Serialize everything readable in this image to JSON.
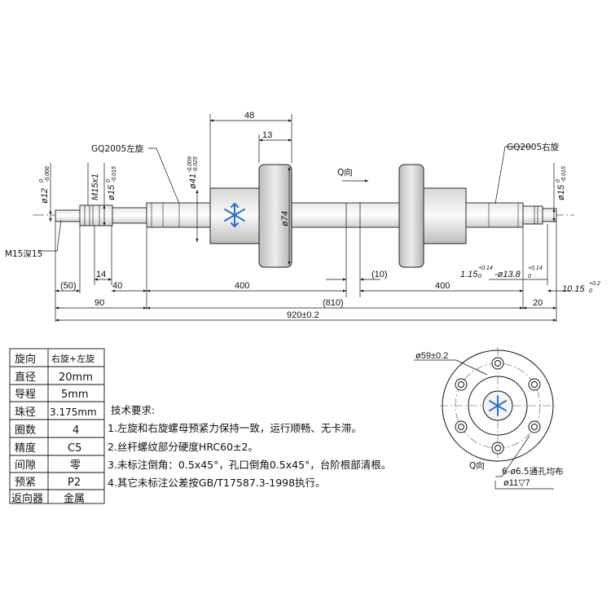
{
  "diagram": {
    "labels": {
      "left_thread": "GQ2005左旋",
      "right_thread": "GQ2005右旋",
      "d12": "ø12",
      "d12_tol_top": "0",
      "d12_tol_bot": "-0.006",
      "d15_left": "ø15",
      "d15_left_tol_top": "0",
      "d15_left_tol_bot": "-0.015",
      "m15x1": "M15x1",
      "d41": "ø41",
      "d41_tol_top": "-0.009",
      "d41_tol_bot": "-0.025",
      "d74": "ø74",
      "d15_right": "ø15",
      "d15_right_tol_top": "0",
      "d15_right_tol_bot": "-0.015",
      "m15_depth": "M15深15",
      "q_dir": "Q向",
      "dim_48": "48",
      "dim_13": "13",
      "dim_50": "(50)",
      "dim_14": "14",
      "dim_40": "40",
      "dim_400_left": "400",
      "dim_10": "(10)",
      "dim_400_right": "400",
      "dim_115": "1.15",
      "dim_115_tol_top": "+0.14",
      "dim_115_tol_bot": "0",
      "dim_138": "-ø13.8",
      "dim_138_tol_top": "+0.14",
      "dim_138_tol_bot": "0",
      "dim_1015": "10.15",
      "dim_1015_tol_top": "+0.2",
      "dim_1015_tol_bot": "0",
      "dim_90": "90",
      "dim_810": "(810)",
      "dim_20": "20",
      "dim_920": "920±0.2"
    }
  },
  "spec_table": {
    "rows": [
      {
        "key": "旋向",
        "value": "右旋+左旋"
      },
      {
        "key": "直径",
        "value": "20mm"
      },
      {
        "key": "导程",
        "value": "5mm"
      },
      {
        "key": "珠径",
        "value": "3.175mm"
      },
      {
        "key": "圈数",
        "value": "4"
      },
      {
        "key": "精度",
        "value": "C5"
      },
      {
        "key": "间隙",
        "value": "零"
      },
      {
        "key": "预紧",
        "value": "P2"
      },
      {
        "key": "返向器",
        "value": "金属"
      }
    ]
  },
  "tech_requirements": {
    "heading": "技术要求:",
    "items": [
      "1.左旋和右旋螺母预紧力保持一致，运行顺畅、无卡滞。",
      "2.丝杆螺纹部分硬度HRC60±2。",
      "3.未标注倒角：0.5x45°，孔口倒角0.5x45°，台阶根部清根。",
      "4.其它未标注公差按GB/T17587.3-1998执行。"
    ]
  },
  "flange_view": {
    "d59": "ø59±0.2",
    "q_dir": "Q向",
    "holes": "6-ø6.5通孔均布",
    "counterbore": "ø11▽7"
  }
}
